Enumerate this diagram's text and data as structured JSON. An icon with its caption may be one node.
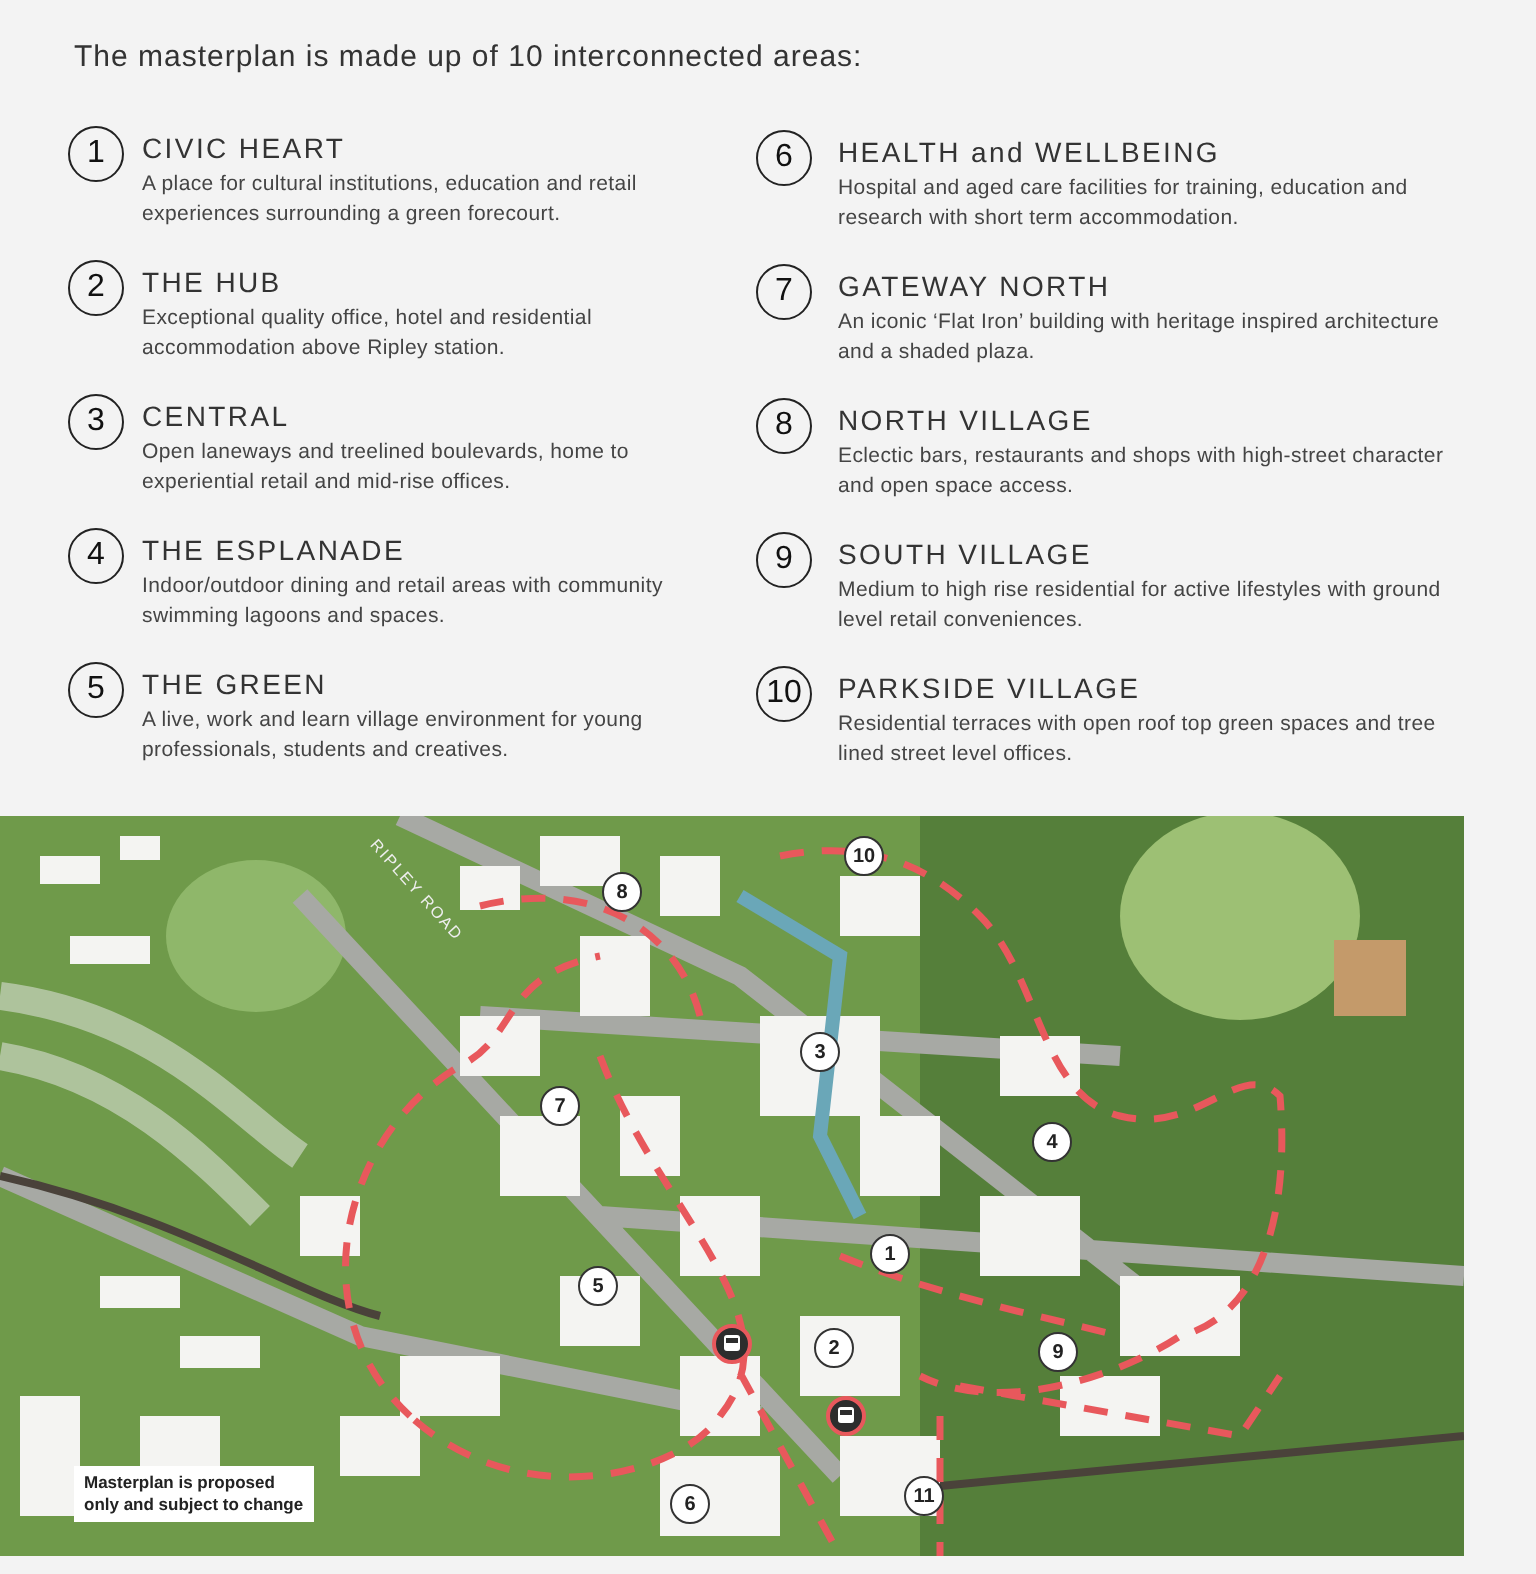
{
  "diagram": {
    "title": "The masterplan is made up of 10 interconnected areas:",
    "nodes": [
      {
        "text": [
          "1"
        ],
        "beside": [
          "CIVIC HEART",
          "A place for cultural institutions, education and retail experiences surrounding a green forecourt."
        ]
      },
      {
        "text": [
          "2"
        ],
        "beside": [
          "THE HUB",
          "Exceptional quality office, hotel and residential accommodation above Ripley station."
        ]
      },
      {
        "text": [
          "3"
        ],
        "beside": [
          "CENTRAL",
          "Open laneways and treelined boulevards, home to experiential retail and mid-rise offices."
        ]
      },
      {
        "text": [
          "4"
        ],
        "beside": [
          "THE ESPLANADE",
          "Indoor/outdoor dining and retail areas with community swimming lagoons and spaces."
        ]
      },
      {
        "text": [
          "5"
        ],
        "beside": [
          "THE GREEN",
          "A live, work and learn village environment for young professionals, students and creatives."
        ]
      },
      {
        "text": [
          "6"
        ],
        "beside": [
          "HEALTH and WELLBEING",
          "Hospital and aged care facilities for training, education and research with short term accommodation."
        ]
      },
      {
        "text": [
          "7"
        ],
        "beside": [
          "GATEWAY NORTH",
          "An iconic ‘Flat Iron’ building with heritage inspired architecture and a shaded plaza."
        ]
      },
      {
        "text": [
          "8"
        ],
        "beside": [
          "NORTH VILLAGE",
          "Eclectic bars, restaurants and shops with high-street character and open space access."
        ]
      },
      {
        "text": [
          "9"
        ],
        "beside": [
          "SOUTH VILLAGE",
          "Medium to high rise residential for active lifestyles with ground level retail conveniences."
        ]
      },
      {
        "text": [
          "10"
        ],
        "beside": [
          "PARKSIDE VILLAGE",
          "Residential terraces with open roof top green spaces and tree lined street level offices."
        ]
      },
      {
        "text": [
          "10"
        ]
      },
      {
        "text": [
          "8"
        ]
      },
      {
        "text": [
          "3"
        ]
      },
      {
        "text": [
          "7"
        ]
      },
      {
        "text": [
          "4"
        ]
      },
      {
        "text": [
          "1"
        ]
      },
      {
        "text": [
          "5"
        ]
      },
      {
        "text": [
          "2"
        ]
      },
      {
        "text": [
          "9"
        ]
      },
      {
        "text": [
          "11"
        ]
      },
      {
        "text": [
          "6"
        ]
      },
      {
        "text": [
          "Masterplan is proposed only and subject to change"
        ]
      }
    ],
    "labels": [
      "RIPLEY ROAD"
    ]
  }
}
